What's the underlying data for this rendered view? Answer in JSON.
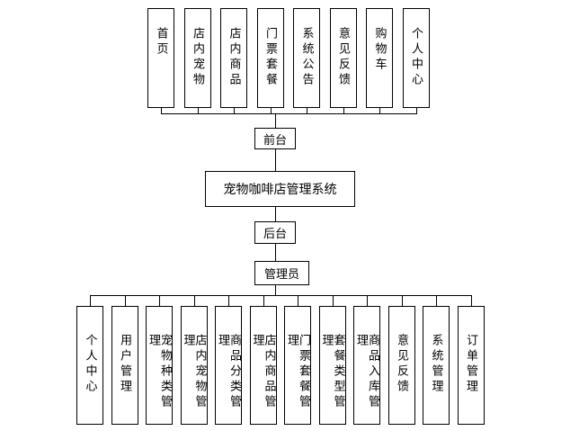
{
  "title": "宠物咖啡店管理系统",
  "frontend": {
    "label": "前台",
    "modules": [
      "首页",
      "店内宠物",
      "店内商品",
      "门票套餐",
      "系统公告",
      "意见反馈",
      "购物车",
      "个人中心"
    ]
  },
  "backend": {
    "label": "后台",
    "role": "管理员",
    "modules": [
      "个人中心",
      "用户管理",
      "宠物种类管理",
      "店内宠物管理",
      "商品分类管理",
      "店内商品管理",
      "门票套餐管理",
      "套餐类型管理",
      "商品入库管理",
      "意见反馈",
      "系统管理",
      "订单管理"
    ]
  }
}
